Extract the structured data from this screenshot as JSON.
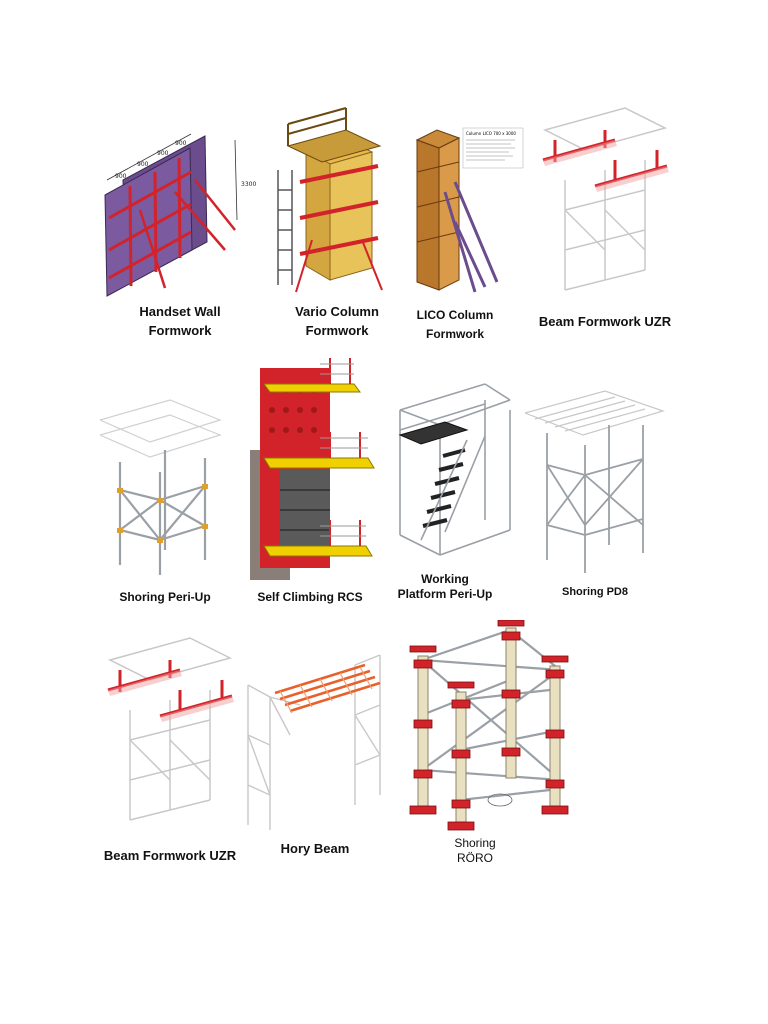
{
  "colors": {
    "formwork_red": "#d2232a",
    "panel_purple": "#6b4c8c",
    "timber_yellow": "#e8b84a",
    "steel_grey": "#9aa0a6",
    "platform_yellow": "#f0d000",
    "light_outline": "#c8c8c8"
  },
  "items": [
    {
      "caption": [
        "Handset Wall",
        "Formwork"
      ]
    },
    {
      "caption": [
        "Vario Column",
        "Formwork"
      ]
    },
    {
      "caption": [
        "LICO Column",
        "Formwork"
      ]
    },
    {
      "caption": [
        "Beam Formwork UZR"
      ]
    },
    {
      "caption": [
        "Shoring Peri-Up"
      ]
    },
    {
      "caption": [
        "Self Climbing RCS"
      ]
    },
    {
      "caption": [
        "Working",
        "Platform Peri-Up"
      ]
    },
    {
      "caption": [
        "Shoring PD8"
      ]
    },
    {
      "caption": [
        "Beam Formwork UZR"
      ]
    },
    {
      "caption": [
        "Hory Beam"
      ]
    },
    {
      "caption": [
        "Shoring",
        "RÖRO"
      ]
    }
  ],
  "lico_note": {
    "title": "Column LICO 700 x 3000",
    "lines": [
      "",
      "",
      "",
      "",
      "",
      ""
    ]
  },
  "wall_dims": [
    "900",
    "900",
    "900",
    "900",
    "3300"
  ]
}
